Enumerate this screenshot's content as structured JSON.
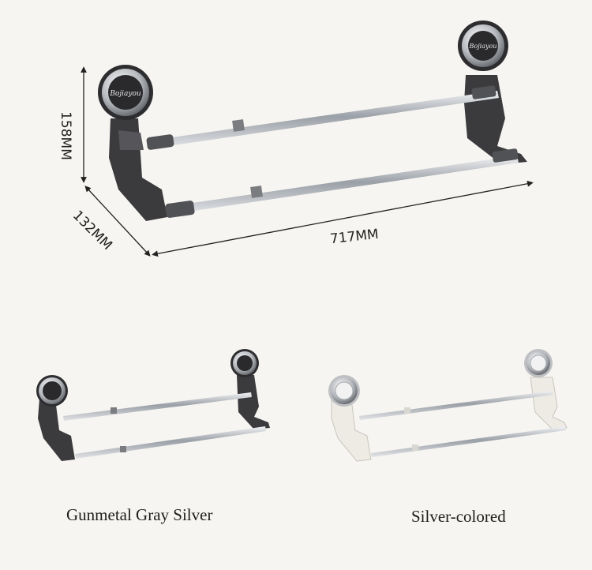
{
  "dimensions": {
    "height": "158MM",
    "depth": "132MM",
    "width": "717MM"
  },
  "brand_logo": "Bojiayou",
  "variants": [
    {
      "caption": "Gunmetal Gray Silver",
      "body_color": "#3c3c3f"
    },
    {
      "caption": "Silver-colored",
      "body_color": "#eeebe4"
    }
  ],
  "colors": {
    "background": "#f7f5f1",
    "rod": "#b9bcc1",
    "dimension_line": "#222222"
  }
}
